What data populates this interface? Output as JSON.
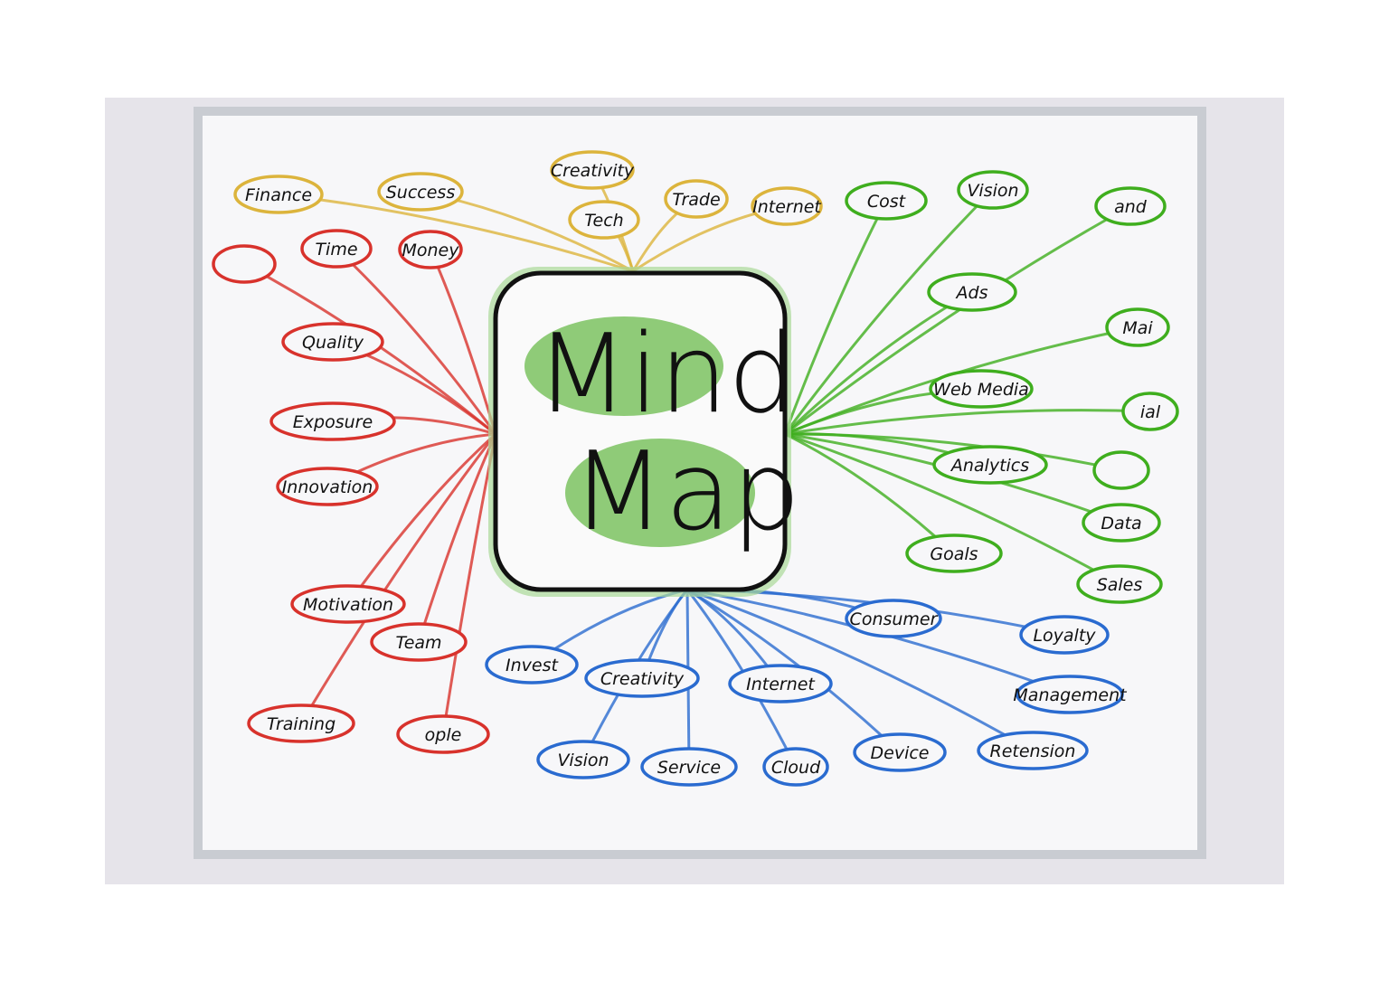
{
  "center": {
    "line1": "Mind",
    "line2": "Map"
  },
  "colors": {
    "yellow": "#dcb43c",
    "red": "#d8322c",
    "green": "#3fae1e",
    "blue": "#2a6bd0",
    "center_fill": "#8fcb78",
    "wall": "#e6e4ea",
    "board": "#f7f7f9"
  },
  "branches": {
    "yellow": [
      "Finance",
      "Success",
      "Creativity",
      "Tech",
      "Trade",
      "Internet"
    ],
    "red": [
      "",
      "Time",
      "Money",
      "Quality",
      "Exposure",
      "Innovation",
      "Motivation",
      "Team",
      "Training",
      "ople"
    ],
    "green": [
      "Cost",
      "Vision",
      "and",
      "Ads",
      "Mai",
      "Web Media",
      "ial",
      "Analytics",
      "",
      "Data",
      "Goals",
      "Sales"
    ],
    "blue": [
      "Consumer",
      "Loyalty",
      "Management",
      "Retension",
      "Invest",
      "Creativity",
      "Internet",
      "Vision",
      "Service",
      "Cloud",
      "Device"
    ]
  }
}
